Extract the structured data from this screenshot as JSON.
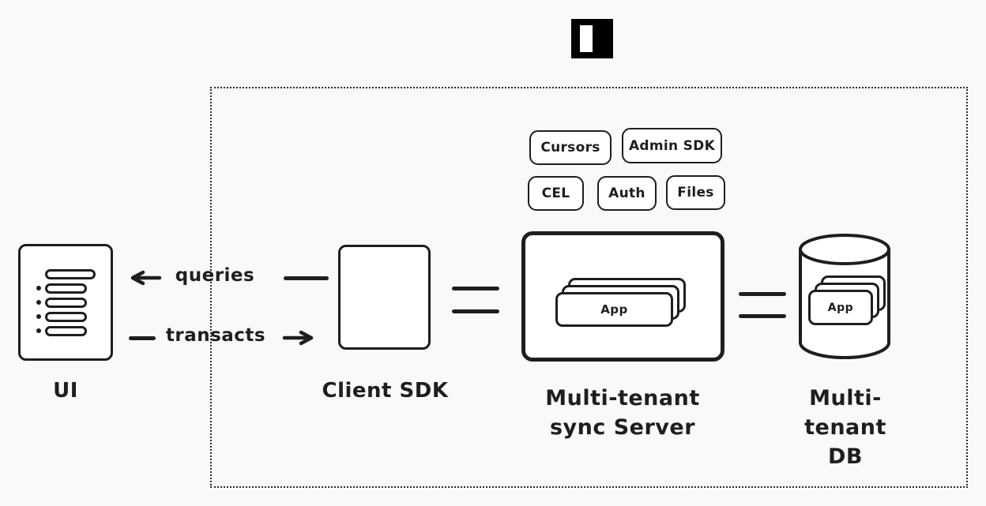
{
  "colors": {
    "background": "#f8f9fb",
    "stroke": "#1e1e1e",
    "node_fill": "#ffffff",
    "logo_background": "#000000",
    "logo_mark": "#ffffff"
  },
  "logo": {
    "icon": "instant-logo"
  },
  "capability_badges": [
    "Cursors",
    "Admin SDK",
    "CEL",
    "Auth",
    "Files"
  ],
  "nodes": {
    "ui": {
      "label": "UI"
    },
    "client_sdk": {
      "label": "Client SDK"
    },
    "sync_server": {
      "label_line1": "Multi-tenant",
      "label_line2": "sync Server",
      "card_label": "App"
    },
    "db": {
      "label_line1": "Multi-tenant",
      "label_line2": "DB",
      "card_label": "App"
    }
  },
  "edges": {
    "queries": "queries",
    "transacts": "transacts"
  }
}
